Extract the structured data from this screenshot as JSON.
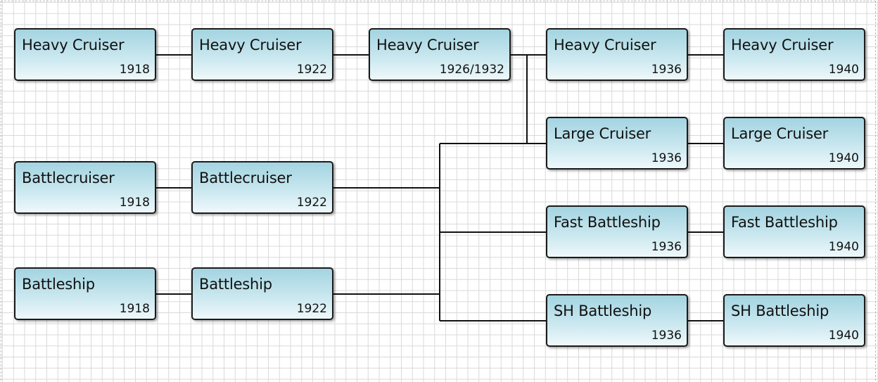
{
  "diagram": {
    "nodes": [
      {
        "id": "hc1918",
        "name": "Heavy Cruiser",
        "year": "1918"
      },
      {
        "id": "hc1922",
        "name": "Heavy Cruiser",
        "year": "1922"
      },
      {
        "id": "hc1926",
        "name": "Heavy Cruiser",
        "year": "1926/1932"
      },
      {
        "id": "hc1936",
        "name": "Heavy Cruiser",
        "year": "1936"
      },
      {
        "id": "hc1940",
        "name": "Heavy Cruiser",
        "year": "1940"
      },
      {
        "id": "lc1936",
        "name": "Large Cruiser",
        "year": "1936"
      },
      {
        "id": "lc1940",
        "name": "Large Cruiser",
        "year": "1940"
      },
      {
        "id": "bc1918",
        "name": "Battlecruiser",
        "year": "1918"
      },
      {
        "id": "bc1922",
        "name": "Battlecruiser",
        "year": "1922"
      },
      {
        "id": "fb1936",
        "name": "Fast Battleship",
        "year": "1936"
      },
      {
        "id": "fb1940",
        "name": "Fast Battleship",
        "year": "1940"
      },
      {
        "id": "bb1918",
        "name": "Battleship",
        "year": "1918"
      },
      {
        "id": "bb1922",
        "name": "Battleship",
        "year": "1922"
      },
      {
        "id": "shb1936",
        "name": "SH Battleship",
        "year": "1936"
      },
      {
        "id": "shb1940",
        "name": "SH Battleship",
        "year": "1940"
      }
    ],
    "connections": [
      {
        "from": "hc1918",
        "to": "hc1922"
      },
      {
        "from": "hc1922",
        "to": "hc1926"
      },
      {
        "from": "hc1926",
        "to": "hc1936"
      },
      {
        "from": "hc1926",
        "to": "lc1936"
      },
      {
        "from": "hc1936",
        "to": "hc1940"
      },
      {
        "from": "lc1936",
        "to": "lc1940"
      },
      {
        "from": "bc1918",
        "to": "bc1922"
      },
      {
        "from": "bc1922",
        "to": "lc1936"
      },
      {
        "from": "bc1922",
        "to": "fb1936"
      },
      {
        "from": "bc1922",
        "to": "shb1936"
      },
      {
        "from": "bb1918",
        "to": "bb1922"
      },
      {
        "from": "bb1922",
        "to": "fb1936"
      },
      {
        "from": "bb1922",
        "to": "shb1936"
      },
      {
        "from": "fb1936",
        "to": "fb1940"
      },
      {
        "from": "shb1936",
        "to": "shb1940"
      }
    ]
  },
  "colors": {
    "node_gradient_top": "#a3d4e1",
    "node_gradient_bottom": "#eef8fb",
    "node_border": "#1a1a1a",
    "connector": "#111111",
    "grid": "#d9d9d9"
  }
}
